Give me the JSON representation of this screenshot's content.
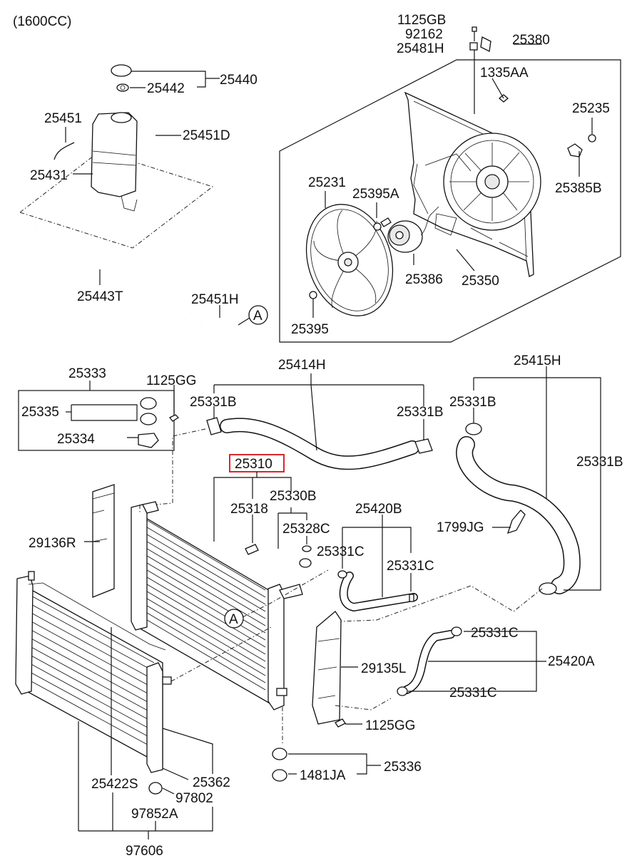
{
  "engine": "(1600CC)",
  "ref_marker": "A",
  "highlight_color": "#d9262b",
  "labels": {
    "p1125GB": "1125GB",
    "p92162": "92162",
    "p25481H": "25481H",
    "p25380": "25380",
    "p1335AA": "1335AA",
    "p25235": "25235",
    "p25385B": "25385B",
    "p25231": "25231",
    "p25395A": "25395A",
    "p25386": "25386",
    "p25350": "25350",
    "p25395": "25395",
    "p25440": "25440",
    "p25442": "25442",
    "p25451": "25451",
    "p25451D": "25451D",
    "p25431": "25431",
    "p25443T": "25443T",
    "p25451H": "25451H",
    "p25333": "25333",
    "p1125GG_top": "1125GG",
    "p25335": "25335",
    "p25334": "25334",
    "p25414H": "25414H",
    "p25331B_1": "25331B",
    "p25331B_2": "25331B",
    "p25415H": "25415H",
    "p25331B_3": "25331B",
    "p25331B_4": "25331B",
    "p25310": "25310",
    "p25330B": "25330B",
    "p25318": "25318",
    "p25328C": "25328C",
    "p25420B": "25420B",
    "p25331C_1": "25331C",
    "p25331C_2": "25331C",
    "p1799JG": "1799JG",
    "p29136R": "29136R",
    "p25331C_3": "25331C",
    "p25420A": "25420A",
    "p29135L": "29135L",
    "p25331C_4": "25331C",
    "p1125GG_bot": "1125GG",
    "p25336": "25336",
    "p1481JA": "1481JA",
    "p25422S": "25422S",
    "p25362": "25362",
    "p97802": "97802",
    "p97852A": "97852A",
    "p97606": "97606"
  }
}
